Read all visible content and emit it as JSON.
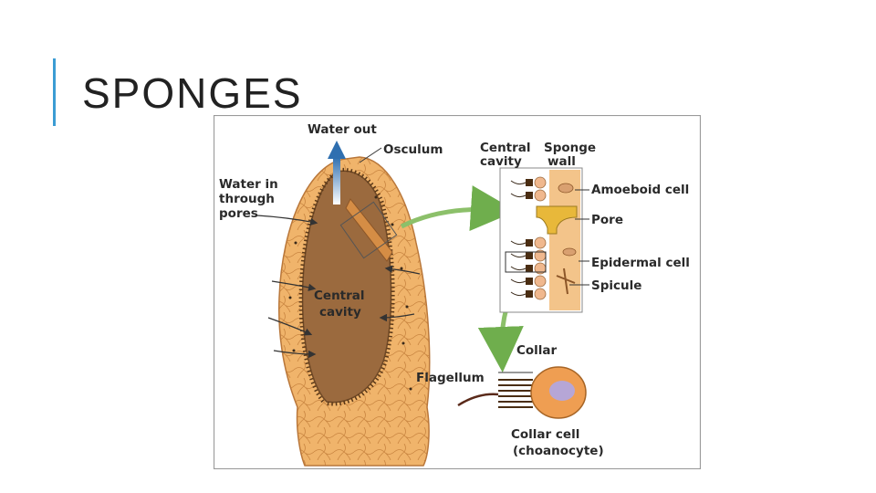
{
  "slide": {
    "title": "SPONGES"
  },
  "diagram": {
    "labels": {
      "water_out": "Water out",
      "osculum": "Osculum",
      "water_in_1": "Water in",
      "water_in_2": "through",
      "water_in_3": "pores",
      "central_cavity_1": "Central",
      "central_cavity_2": "cavity",
      "detail_central_1": "Central",
      "detail_central_2": "cavity",
      "sponge_wall_1": "Sponge",
      "sponge_wall_2": "wall",
      "amoeboid_cell": "Amoeboid cell",
      "pore": "Pore",
      "epidermal_cell": "Epidermal cell",
      "spicule": "Spicule",
      "collar": "Collar",
      "flagellum": "Flagellum",
      "collar_cell_1": "Collar cell",
      "collar_cell_2": "(choanocyte)"
    },
    "colors": {
      "body": "#e9a45a",
      "body_light": "#f3c48a",
      "cavity": "#9b6a3e",
      "cavity_dark": "#7a4f2b",
      "water_arrow": "#2f6fb0",
      "green_arrow": "#8cc06a",
      "nucleus": "#b6a6d6"
    }
  }
}
